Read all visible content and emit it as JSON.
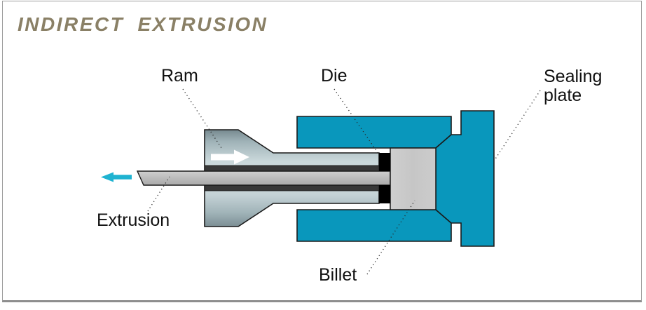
{
  "title": "INDIRECT EXTRUSION",
  "labels": {
    "ram": "Ram",
    "die": "Die",
    "sealing_plate_line1": "Sealing",
    "sealing_plate_line2": "plate",
    "extrusion": "Extrusion",
    "billet": "Billet"
  },
  "icons": {
    "ram_arrow": "right-arrow",
    "extrusion_arrow": "left-arrow"
  },
  "colors": {
    "machine_teal": "#0997BC",
    "arrow_cyan": "#1FB3D1",
    "title_olive": "#8A8066",
    "billet_gray": "#C9C9C9",
    "extrusion_gray": "#BFBFBF",
    "ram_steel_light": "#CDD9DC",
    "ram_steel_dark": "#76898F",
    "bore_lining_dark": "#383838",
    "die_black": "#000000",
    "outline_black": "#1A1A1A"
  }
}
